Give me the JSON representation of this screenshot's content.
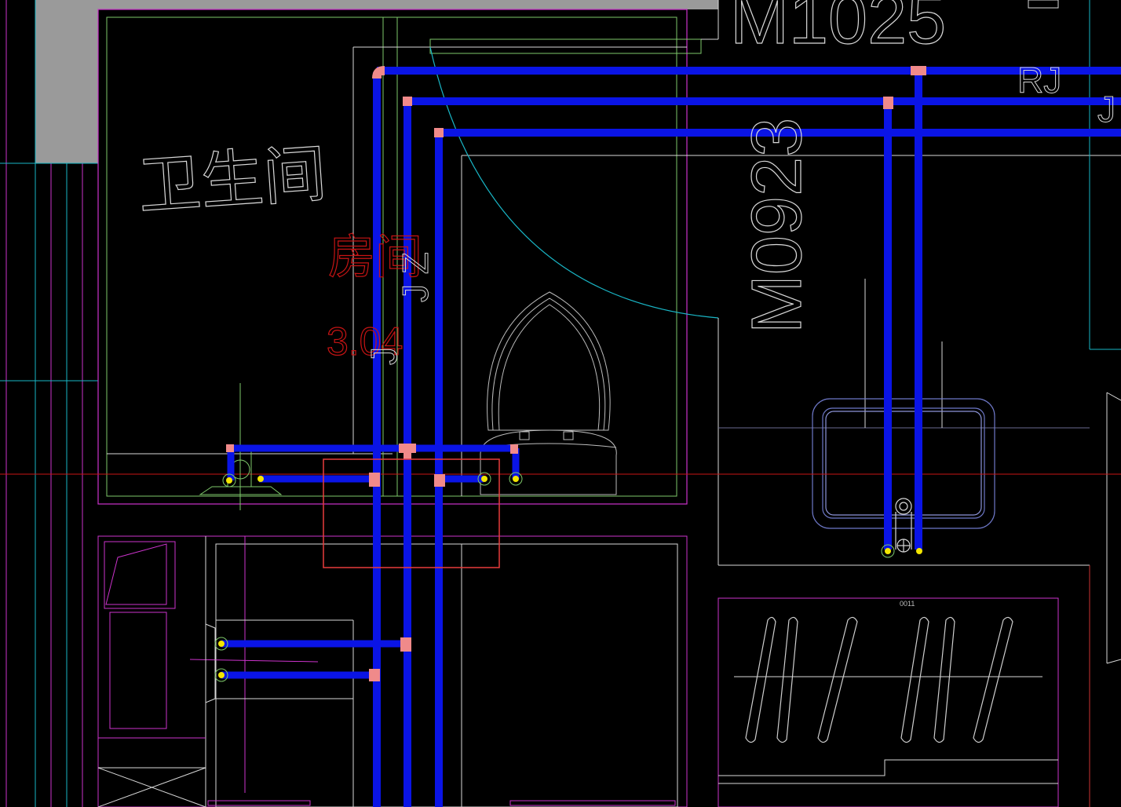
{
  "drawing": {
    "room_name": "卫生间",
    "room_label": "房间",
    "room_number": "3.04",
    "door_top": "M1025",
    "door_side": "M0923",
    "pipe_tag_rj": "RJ",
    "pipe_tag_j": "J",
    "riser_tag": "J  Z",
    "riser_tag_left": "J",
    "small_note": "0011"
  },
  "colors": {
    "background": "#000000",
    "pipe": "#0a14e6",
    "fitting": "#f08a8a",
    "outlet": "#f3e600",
    "wall": "#d8d8d8",
    "magenta": "#cc33cc",
    "cyan": "#19b6c6",
    "green": "#7ec86a",
    "red_text": "#c81414",
    "highlight": "#e83c3c",
    "hatch": "#9a9a9a"
  }
}
